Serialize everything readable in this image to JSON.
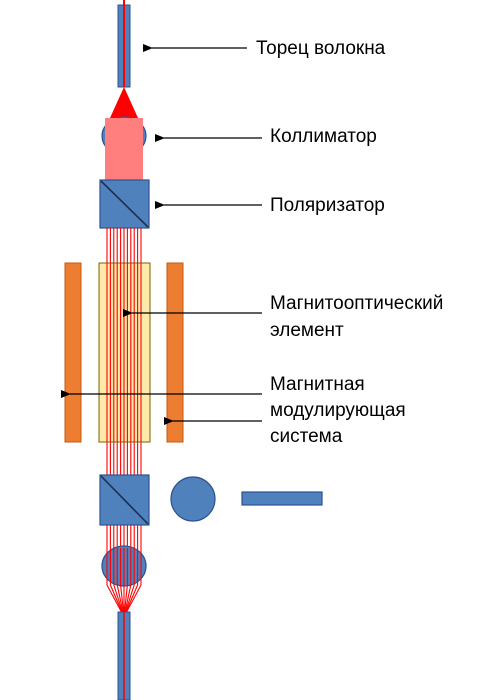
{
  "labels": {
    "fiber_end": "Торец волокна",
    "collimator": "Коллиматор",
    "polarizer": "Поляризатор",
    "magneto_optic_line1": "Магнитооптический",
    "magneto_optic_line2": "элемент",
    "modulating_line1": "Магнитная",
    "modulating_line2": "модулирующая",
    "modulating_line3": "система"
  },
  "colors": {
    "beam": "#ff0000",
    "beam_fill": "#ff7f7f",
    "optic_blue": "#4f81bd",
    "optic_stroke": "#2f528f",
    "magnet_orange": "#ed7d31",
    "element_fill": "#fde9a9",
    "arrow": "#000000"
  }
}
